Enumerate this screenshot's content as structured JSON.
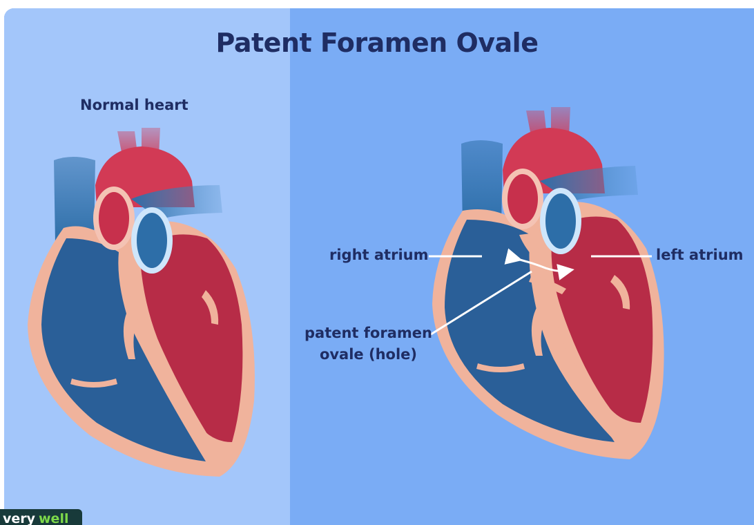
{
  "title": "Patent Foramen Ovale",
  "left_panel": {
    "heading": "Normal heart"
  },
  "right_panel": {
    "labels": {
      "right_atrium": "right atrium",
      "left_atrium": "left atrium",
      "pfo_line1": "patent foramen",
      "pfo_line2": "ovale (hole)"
    }
  },
  "logo": {
    "text_part1": "very",
    "text_part2": "well"
  },
  "colors": {
    "title_text": "#1f2d63",
    "left_background": "#a3c6fa",
    "right_background": "#7aacf5",
    "oxygenated_red": "#c8334c",
    "deoxygenated_blue": "#2d6ea8",
    "heart_wall": "#f0b39c",
    "logo_background": "#183a3a",
    "logo_accent": "#7cd84a"
  }
}
